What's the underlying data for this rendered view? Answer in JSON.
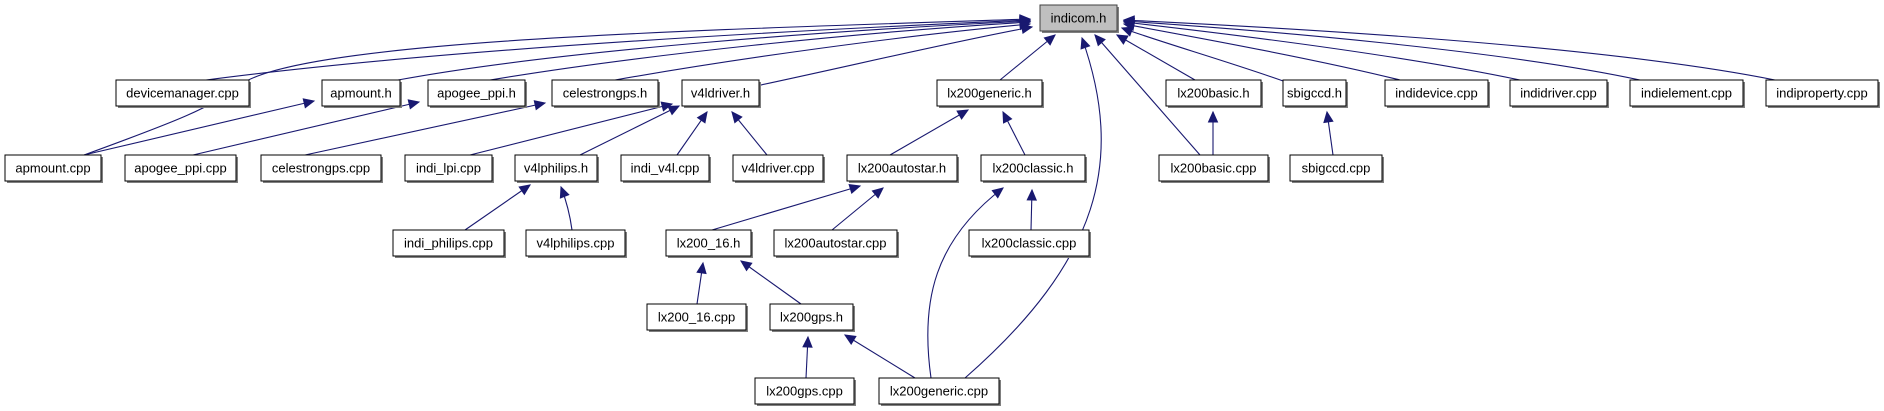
{
  "diagram": {
    "type": "include-dependency-graph",
    "root": "indicom.h",
    "colors": {
      "edge": "#191970",
      "root_fill": "#bfbfbf",
      "node_fill": "#ffffff",
      "node_border": "#000000"
    },
    "nodes": [
      {
        "id": "indicom_h",
        "label": "indicom.h",
        "root": true
      },
      {
        "id": "devicemanager_cpp",
        "label": "devicemanager.cpp"
      },
      {
        "id": "apmount_h",
        "label": "apmount.h"
      },
      {
        "id": "apogee_ppi_h",
        "label": "apogee_ppi.h"
      },
      {
        "id": "celestrongps_h",
        "label": "celestrongps.h"
      },
      {
        "id": "v4ldriver_h",
        "label": "v4ldriver.h"
      },
      {
        "id": "lx200generic_h",
        "label": "lx200generic.h"
      },
      {
        "id": "lx200basic_h",
        "label": "lx200basic.h"
      },
      {
        "id": "sbigccd_h",
        "label": "sbigccd.h"
      },
      {
        "id": "indidevice_cpp",
        "label": "indidevice.cpp"
      },
      {
        "id": "indidriver_cpp",
        "label": "indidriver.cpp"
      },
      {
        "id": "indielement_cpp",
        "label": "indielement.cpp"
      },
      {
        "id": "indiproperty_cpp",
        "label": "indiproperty.cpp"
      },
      {
        "id": "apmount_cpp",
        "label": "apmount.cpp"
      },
      {
        "id": "apogee_ppi_cpp",
        "label": "apogee_ppi.cpp"
      },
      {
        "id": "celestrongps_cpp",
        "label": "celestrongps.cpp"
      },
      {
        "id": "indi_lpi_cpp",
        "label": "indi_lpi.cpp"
      },
      {
        "id": "v4lphilips_h",
        "label": "v4lphilips.h"
      },
      {
        "id": "indi_v4l_cpp",
        "label": "indi_v4l.cpp"
      },
      {
        "id": "v4ldriver_cpp",
        "label": "v4ldriver.cpp"
      },
      {
        "id": "lx200autostar_h",
        "label": "lx200autostar.h"
      },
      {
        "id": "lx200classic_h",
        "label": "lx200classic.h"
      },
      {
        "id": "lx200basic_cpp",
        "label": "lx200basic.cpp"
      },
      {
        "id": "sbigccd_cpp",
        "label": "sbigccd.cpp"
      },
      {
        "id": "indi_philips_cpp",
        "label": "indi_philips.cpp"
      },
      {
        "id": "v4lphilips_cpp",
        "label": "v4lphilips.cpp"
      },
      {
        "id": "lx200_16_h",
        "label": "lx200_16.h"
      },
      {
        "id": "lx200autostar_cpp",
        "label": "lx200autostar.cpp"
      },
      {
        "id": "lx200classic_cpp",
        "label": "lx200classic.cpp"
      },
      {
        "id": "lx200_16_cpp",
        "label": "lx200_16.cpp"
      },
      {
        "id": "lx200gps_h",
        "label": "lx200gps.h"
      },
      {
        "id": "lx200gps_cpp",
        "label": "lx200gps.cpp"
      },
      {
        "id": "lx200generic_cpp",
        "label": "lx200generic.cpp"
      }
    ],
    "edges": [
      {
        "from": "devicemanager_cpp",
        "to": "indicom_h"
      },
      {
        "from": "apmount_h",
        "to": "indicom_h"
      },
      {
        "from": "apogee_ppi_h",
        "to": "indicom_h"
      },
      {
        "from": "celestrongps_h",
        "to": "indicom_h"
      },
      {
        "from": "v4ldriver_h",
        "to": "indicom_h"
      },
      {
        "from": "lx200generic_h",
        "to": "indicom_h"
      },
      {
        "from": "lx200basic_h",
        "to": "indicom_h"
      },
      {
        "from": "sbigccd_h",
        "to": "indicom_h"
      },
      {
        "from": "indidevice_cpp",
        "to": "indicom_h"
      },
      {
        "from": "indidriver_cpp",
        "to": "indicom_h"
      },
      {
        "from": "indielement_cpp",
        "to": "indicom_h"
      },
      {
        "from": "indiproperty_cpp",
        "to": "indicom_h"
      },
      {
        "from": "apmount_cpp",
        "to": "indicom_h"
      },
      {
        "from": "lx200basic_cpp",
        "to": "indicom_h"
      },
      {
        "from": "lx200generic_cpp",
        "to": "indicom_h"
      },
      {
        "from": "apmount_cpp",
        "to": "apmount_h"
      },
      {
        "from": "apogee_ppi_cpp",
        "to": "apogee_ppi_h"
      },
      {
        "from": "celestrongps_cpp",
        "to": "celestrongps_h"
      },
      {
        "from": "indi_lpi_cpp",
        "to": "v4ldriver_h"
      },
      {
        "from": "v4lphilips_h",
        "to": "v4ldriver_h"
      },
      {
        "from": "indi_v4l_cpp",
        "to": "v4ldriver_h"
      },
      {
        "from": "v4ldriver_cpp",
        "to": "v4ldriver_h"
      },
      {
        "from": "indi_philips_cpp",
        "to": "v4lphilips_h"
      },
      {
        "from": "v4lphilips_cpp",
        "to": "v4lphilips_h"
      },
      {
        "from": "lx200autostar_h",
        "to": "lx200generic_h"
      },
      {
        "from": "lx200classic_h",
        "to": "lx200generic_h"
      },
      {
        "from": "lx200_16_h",
        "to": "lx200autostar_h"
      },
      {
        "from": "lx200autostar_cpp",
        "to": "lx200autostar_h"
      },
      {
        "from": "lx200classic_cpp",
        "to": "lx200classic_h"
      },
      {
        "from": "lx200generic_cpp",
        "to": "lx200classic_h"
      },
      {
        "from": "lx200_16_cpp",
        "to": "lx200_16_h"
      },
      {
        "from": "lx200gps_h",
        "to": "lx200_16_h"
      },
      {
        "from": "lx200gps_cpp",
        "to": "lx200gps_h"
      },
      {
        "from": "lx200generic_cpp",
        "to": "lx200gps_h"
      },
      {
        "from": "lx200basic_cpp",
        "to": "lx200basic_h"
      },
      {
        "from": "sbigccd_cpp",
        "to": "sbigccd_h"
      }
    ]
  }
}
